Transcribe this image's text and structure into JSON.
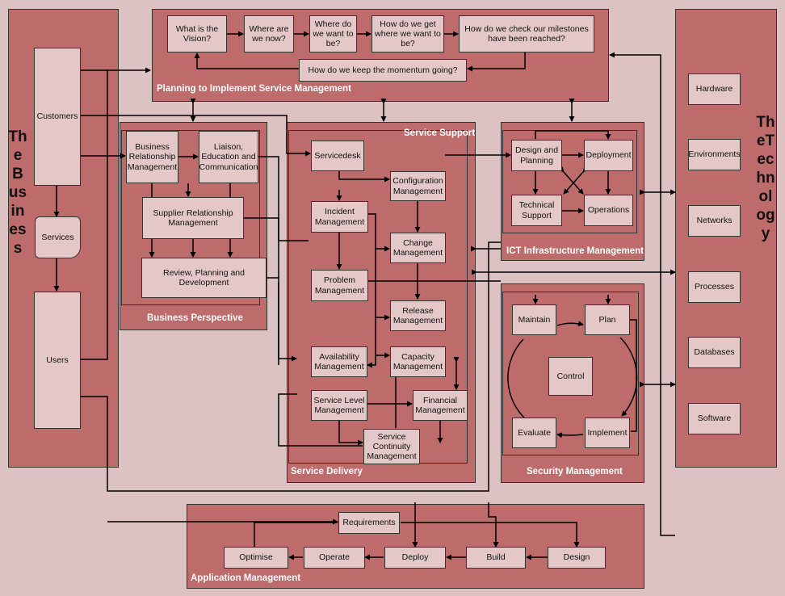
{
  "business": {
    "vertical_label": "TheBusiness",
    "customers": "Customers",
    "services": "Services",
    "users": "Users"
  },
  "technology": {
    "vertical_label": "TheTechnology",
    "items": [
      "Hardware",
      "Environments",
      "Networks",
      "Processes",
      "Databases",
      "Software"
    ]
  },
  "planning": {
    "title": "Planning to Implement Service Management",
    "steps": [
      "What is the Vision?",
      "Where are we now?",
      "Where do we want to be?",
      "How do we get where we want to be?",
      "How do we check our milestones have been reached?"
    ],
    "momentum": "How do we keep the momentum going?"
  },
  "business_perspective": {
    "title": "Business Perspective",
    "brm": "Business Relationship Management",
    "liaison": "Liaison, Education and Communication",
    "supplier": "Supplier Relationship Management",
    "review": "Review, Planning and Development"
  },
  "service_support": {
    "title": "Service Support",
    "servicedesk": "Servicedesk",
    "configuration": "Configuration Management",
    "incident": "Incident Management",
    "change": "Change Management",
    "problem": "Problem Management",
    "release": "Release Management"
  },
  "service_delivery": {
    "title": "Service Delivery",
    "availability": "Availability Management",
    "capacity": "Capacity Management",
    "financial": "Financial Management",
    "service_level": "Service Level Management",
    "continuity": "Service Continuity Management"
  },
  "ict": {
    "title": "ICT Infrastructure Management",
    "design_planning": "Design and Planning",
    "deployment": "Deployment",
    "technical_support": "Technical Support",
    "operations": "Operations"
  },
  "security": {
    "title": "Security Management",
    "maintain": "Maintain",
    "plan": "Plan",
    "control": "Control",
    "evaluate": "Evaluate",
    "implement": "Implement"
  },
  "application": {
    "title": "Application Management",
    "requirements": "Requirements",
    "optimise": "Optimise",
    "operate": "Operate",
    "deploy": "Deploy",
    "build": "Build",
    "design": "Design"
  },
  "colors": {
    "background": "#dcc2c2",
    "panel": "#be6b6b",
    "box": "#e4c8c8",
    "title_text": "#ffffff"
  }
}
